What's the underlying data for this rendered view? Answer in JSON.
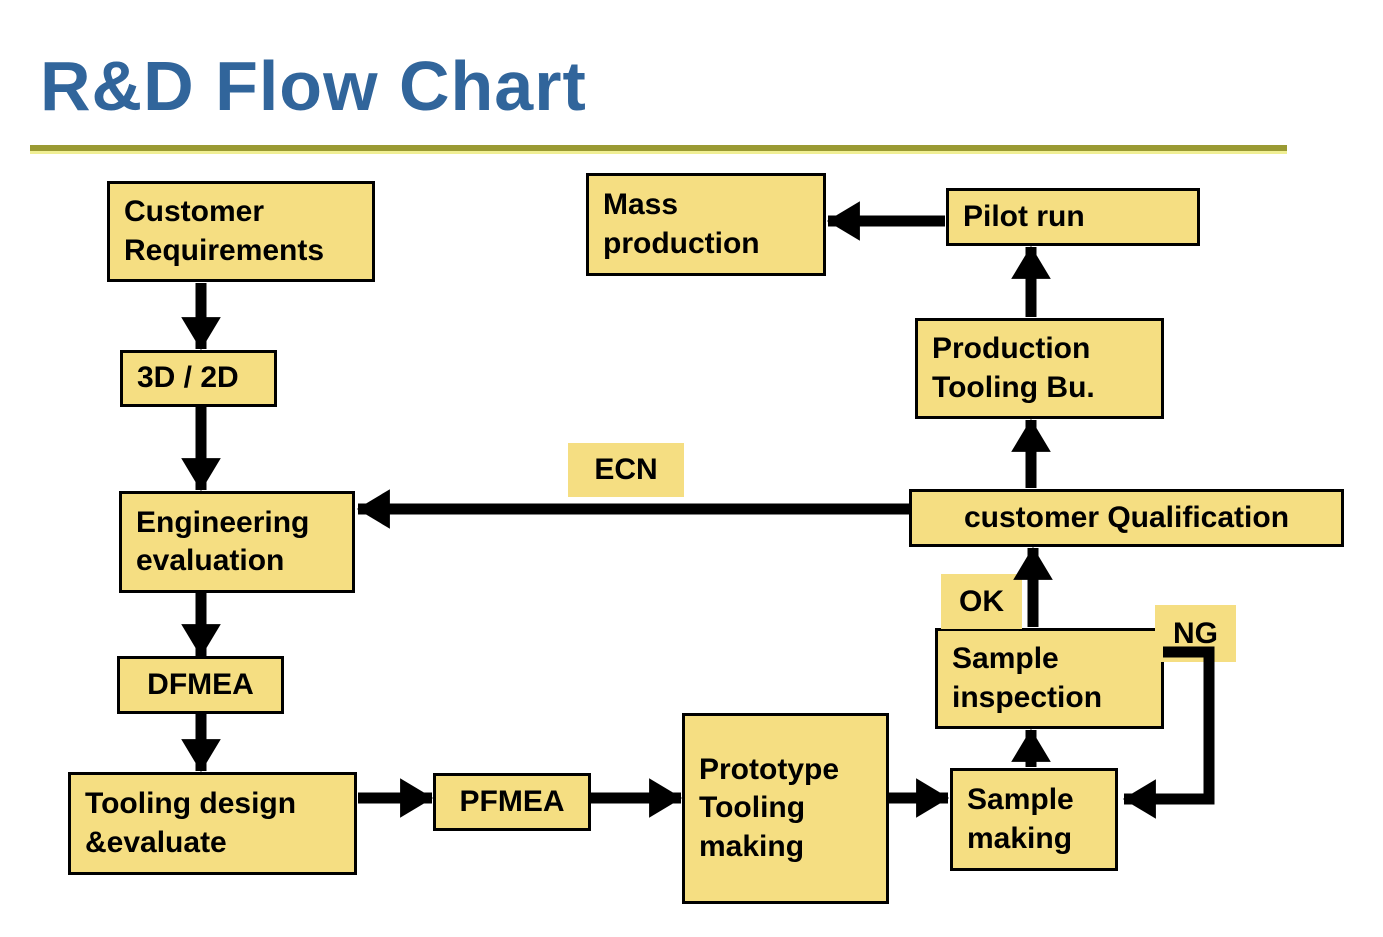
{
  "title": "R&D Flow Chart",
  "colors": {
    "title_blue": "#31659b",
    "rule_olive": "#9a9a33",
    "box_fill": "#f5de82",
    "box_border": "#000000",
    "arrow": "#000000",
    "background": "#ffffff"
  },
  "nodes": {
    "customer_requirements": {
      "label": "Customer\nRequirements"
    },
    "cad_3d_2d": {
      "label": "3D / 2D"
    },
    "engineering_evaluation": {
      "label": "Engineering\n evaluation"
    },
    "dfmea": {
      "label": "DFMEA"
    },
    "tooling_design": {
      "label": "Tooling design\n &evaluate"
    },
    "pfmea": {
      "label": "PFMEA"
    },
    "prototype_tooling_making": {
      "label": "Prototype\nTooling\nmaking"
    },
    "sample_making": {
      "label": "Sample\nmaking"
    },
    "sample_inspection": {
      "label": "Sample\n inspection"
    },
    "customer_qualification": {
      "label": "customer Qualification"
    },
    "production_tooling_bu": {
      "label": "Production\nTooling Bu."
    },
    "pilot_run": {
      "label": "Pilot run"
    },
    "mass_production": {
      "label": "Mass\nproduction"
    }
  },
  "edge_labels": {
    "ecn": "ECN",
    "ok": "OK",
    "ng": "NG"
  },
  "flow": {
    "edges": [
      {
        "from": "customer_requirements",
        "to": "cad_3d_2d"
      },
      {
        "from": "cad_3d_2d",
        "to": "engineering_evaluation"
      },
      {
        "from": "engineering_evaluation",
        "to": "dfmea"
      },
      {
        "from": "dfmea",
        "to": "tooling_design"
      },
      {
        "from": "tooling_design",
        "to": "pfmea"
      },
      {
        "from": "pfmea",
        "to": "prototype_tooling_making"
      },
      {
        "from": "prototype_tooling_making",
        "to": "sample_making"
      },
      {
        "from": "sample_making",
        "to": "sample_inspection"
      },
      {
        "from": "sample_inspection",
        "to": "customer_qualification",
        "label": "OK"
      },
      {
        "from": "sample_inspection",
        "to": "sample_making",
        "label": "NG"
      },
      {
        "from": "customer_qualification",
        "to": "engineering_evaluation",
        "label": "ECN"
      },
      {
        "from": "customer_qualification",
        "to": "production_tooling_bu"
      },
      {
        "from": "production_tooling_bu",
        "to": "pilot_run"
      },
      {
        "from": "pilot_run",
        "to": "mass_production"
      }
    ]
  }
}
